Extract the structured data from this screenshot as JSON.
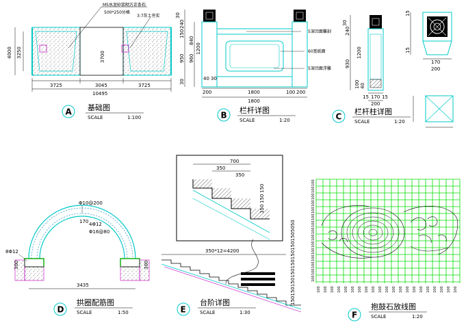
{
  "panels": {
    "a": {
      "letter": "A",
      "title": "基础图",
      "scale_label": "SCALE",
      "scale_value": "1:100",
      "dims": {
        "w1": "3725",
        "w2": "3045",
        "w3": "3725",
        "total": "10495",
        "mid": "3700",
        "h1": "4000",
        "h2": "3250"
      },
      "notes": {
        "n1": "M5水泥砂浆砌方正条石",
        "n2": "500*250分格",
        "n3": "3:7灰土夯实"
      }
    },
    "b": {
      "letter": "B",
      "title": "栏杆详图",
      "scale_label": "SCALE",
      "scale_value": "1:20",
      "dims": {
        "d200a": "200",
        "d1800": "1800",
        "d100": "100",
        "d200b": "200",
        "dtotal": "1800",
        "v30": "30",
        "v240": "240",
        "v150": "150",
        "v950": "950",
        "v960": "960",
        "v840": "840",
        "v1200": "1200",
        "v30b": "30",
        "v40": "40",
        "v30c": "30"
      },
      "notes": {
        "n1": "5深凹面雕刻",
        "n2": "60宽纸面",
        "n3": "5深凹面浮雕"
      }
    },
    "c": {
      "letter": "C",
      "title": "栏杆柱详图",
      "scale_label": "SCALE",
      "scale_value": "1:20",
      "dims": {
        "v30": "30",
        "v240": "240",
        "v930": "930",
        "v1200": "1200",
        "v100": "100",
        "v40": "40",
        "w15": "15",
        "w170": "170",
        "w15b": "15",
        "w200": "200",
        "s200": "200",
        "s15": "15",
        "s170": "170",
        "s15b": "15"
      }
    },
    "d": {
      "letter": "D",
      "title": "拱圈配筋图",
      "scale_label": "SCALE",
      "scale_value": "1:50",
      "dims": {
        "r1": "Φ10@200",
        "r2": "4Φ12",
        "r3": "Φ16@80",
        "thk": "170",
        "bar": "8Φ12",
        "span": "3435",
        "b1": "300",
        "b2": "300"
      }
    },
    "e": {
      "letter": "E",
      "title": "台阶详图",
      "scale_label": "SCALE",
      "scale_value": "1:30",
      "dims": {
        "d700": "700",
        "d350a": "350",
        "d350b": "350",
        "h150a": "150",
        "h150b": "150",
        "h150c": "150",
        "run": "350*12=4200",
        "rise": "1501501501501501501501505050"
      }
    },
    "f": {
      "letter": "F",
      "title": "抱鼓石放线图",
      "scale_label": "SCALE",
      "scale_value": "1:20",
      "grid_note": "100"
    }
  },
  "colors": {
    "line": "#00c8c8",
    "grid": "#00dd00",
    "red": "#dd0000",
    "mag": "#c000c0",
    "dark": "#000000"
  }
}
